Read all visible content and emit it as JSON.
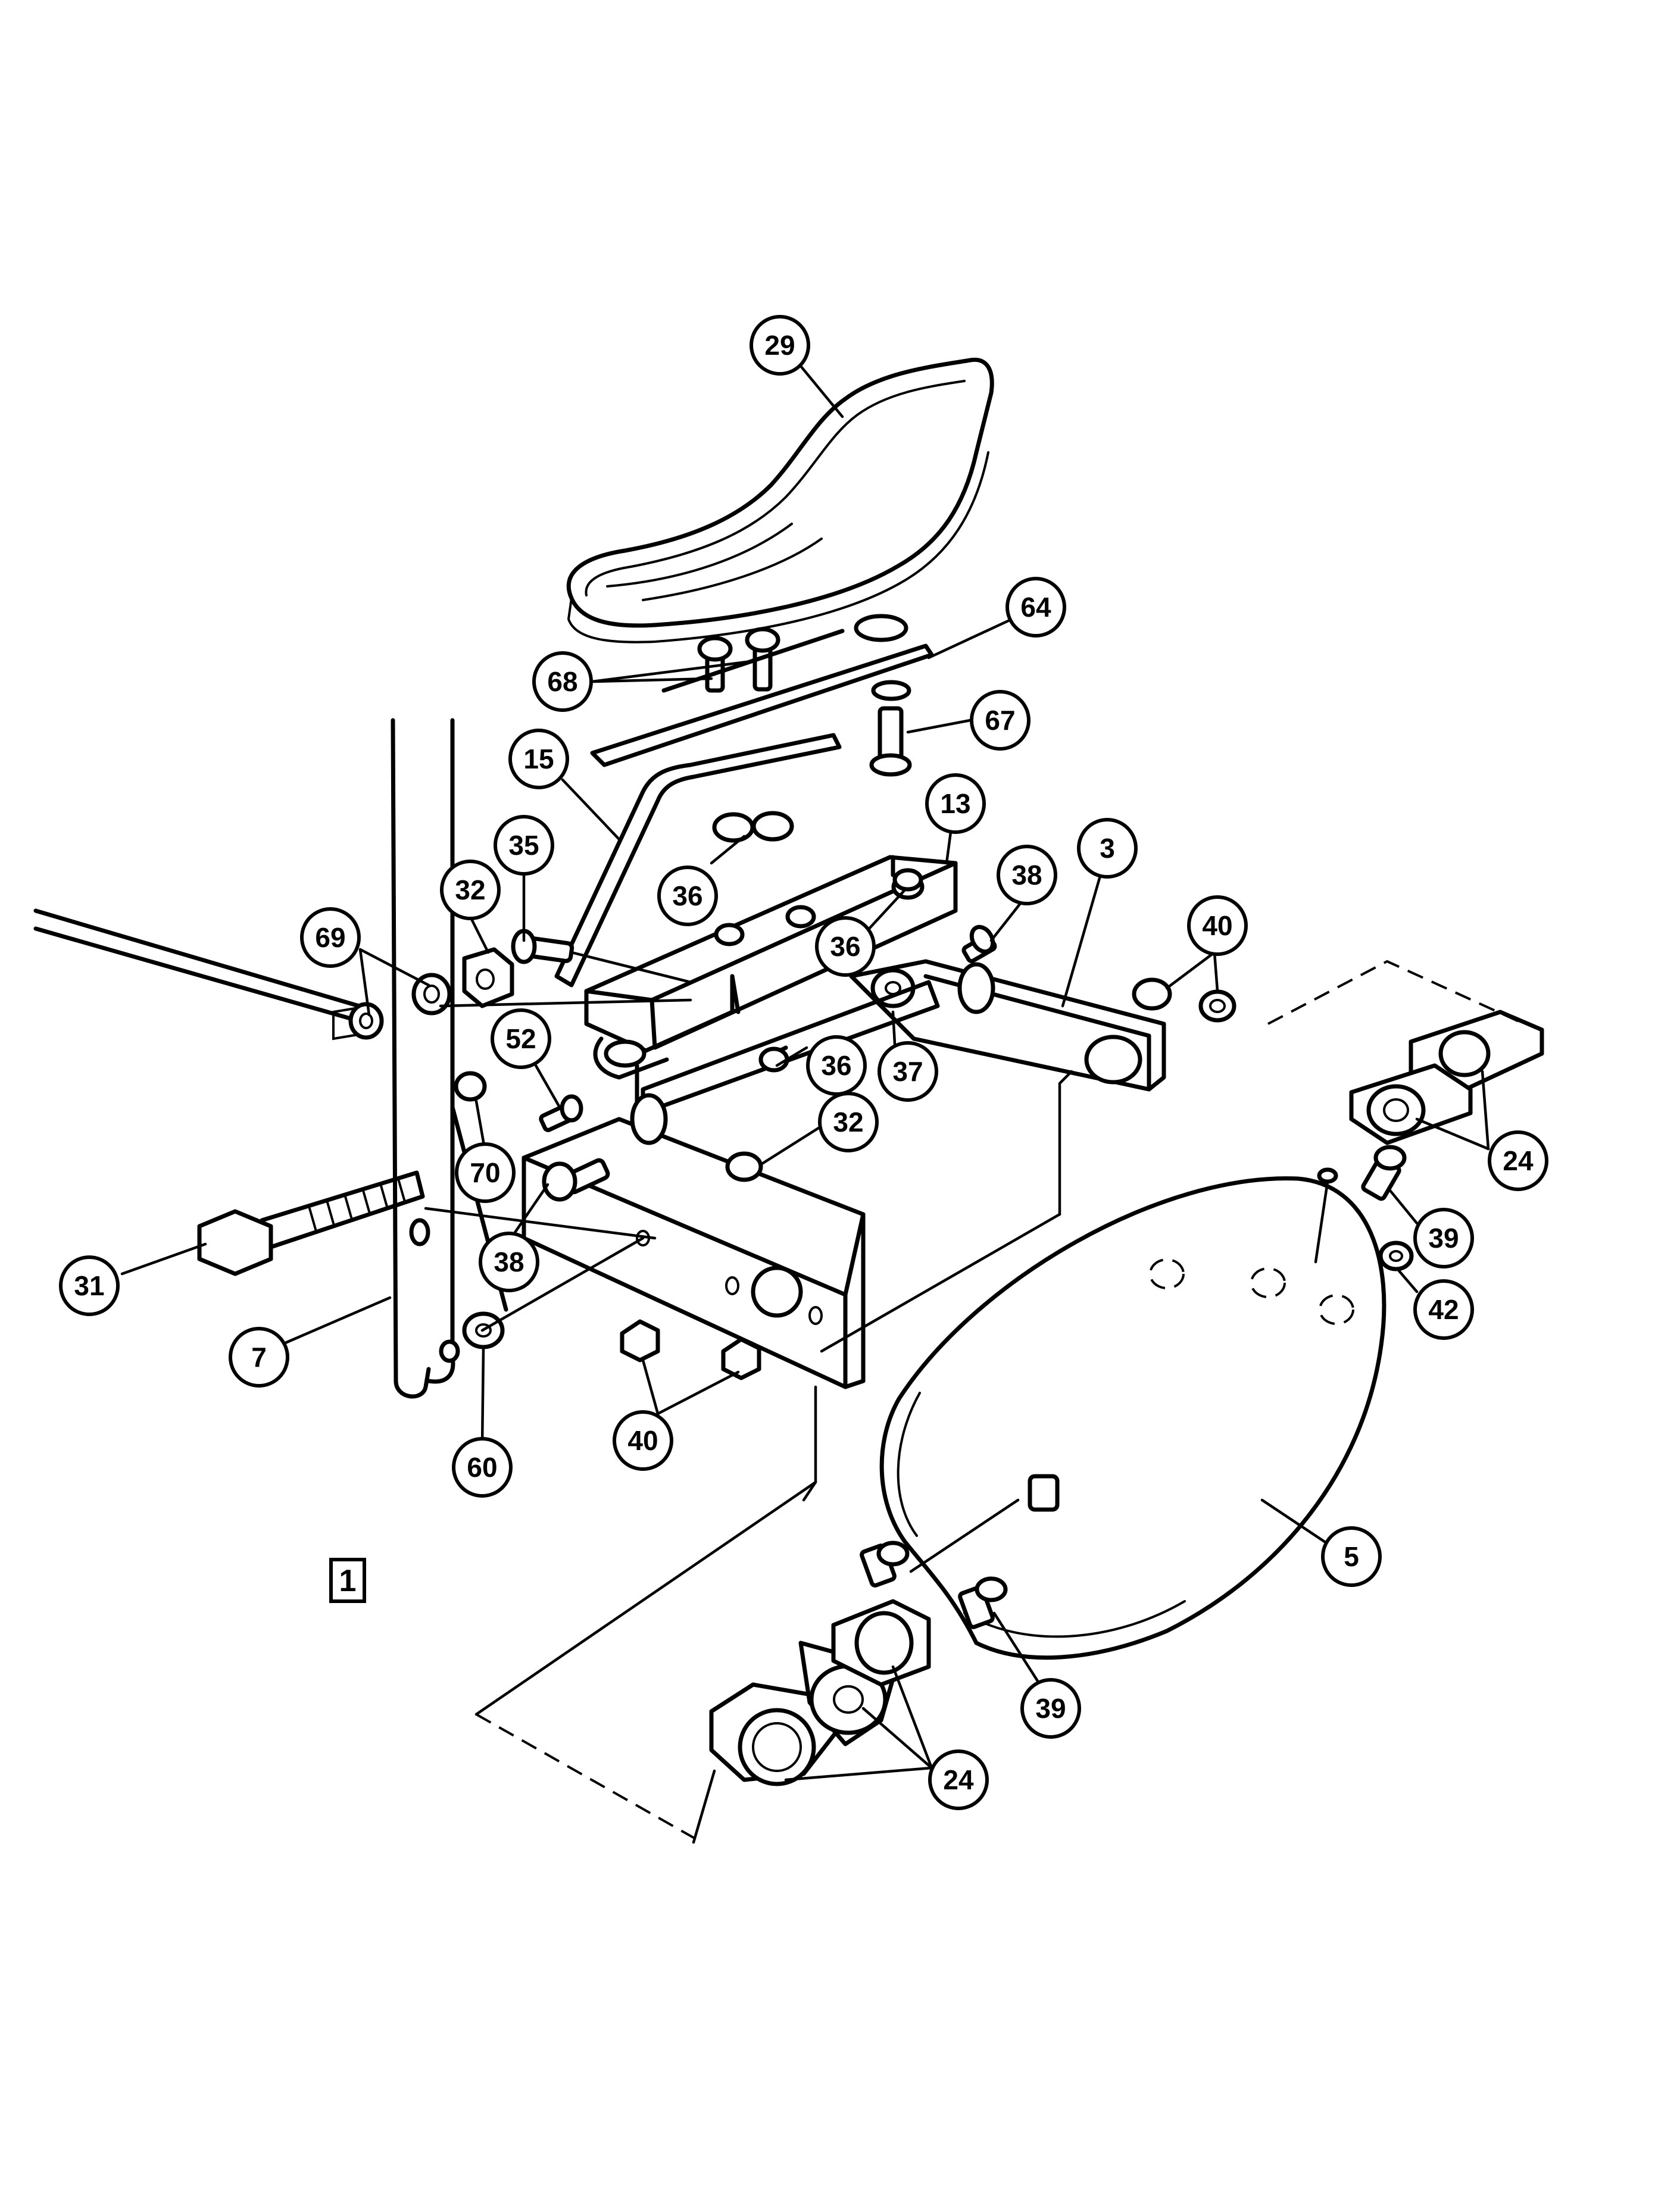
{
  "figure_label": "1",
  "callouts": [
    {
      "id": "c29",
      "label": "29"
    },
    {
      "id": "c64",
      "label": "64"
    },
    {
      "id": "c68",
      "label": "68"
    },
    {
      "id": "c67",
      "label": "67"
    },
    {
      "id": "c15",
      "label": "15"
    },
    {
      "id": "c13",
      "label": "13"
    },
    {
      "id": "c3",
      "label": "3"
    },
    {
      "id": "c35",
      "label": "35"
    },
    {
      "id": "c38a",
      "label": "38"
    },
    {
      "id": "c40a",
      "label": "40"
    },
    {
      "id": "c32a",
      "label": "32"
    },
    {
      "id": "c36a",
      "label": "36"
    },
    {
      "id": "c36b",
      "label": "36"
    },
    {
      "id": "c69",
      "label": "69"
    },
    {
      "id": "c52",
      "label": "52"
    },
    {
      "id": "c36c",
      "label": "36"
    },
    {
      "id": "c37",
      "label": "37"
    },
    {
      "id": "c24a",
      "label": "24"
    },
    {
      "id": "c32b",
      "label": "32"
    },
    {
      "id": "c70",
      "label": "70"
    },
    {
      "id": "c39a",
      "label": "39"
    },
    {
      "id": "c42",
      "label": "42"
    },
    {
      "id": "c31",
      "label": "31"
    },
    {
      "id": "c38b",
      "label": "38"
    },
    {
      "id": "c7",
      "label": "7"
    },
    {
      "id": "c40b",
      "label": "40"
    },
    {
      "id": "c60",
      "label": "60"
    },
    {
      "id": "c5",
      "label": "5"
    },
    {
      "id": "c39b",
      "label": "39"
    },
    {
      "id": "c24b",
      "label": "24"
    }
  ]
}
